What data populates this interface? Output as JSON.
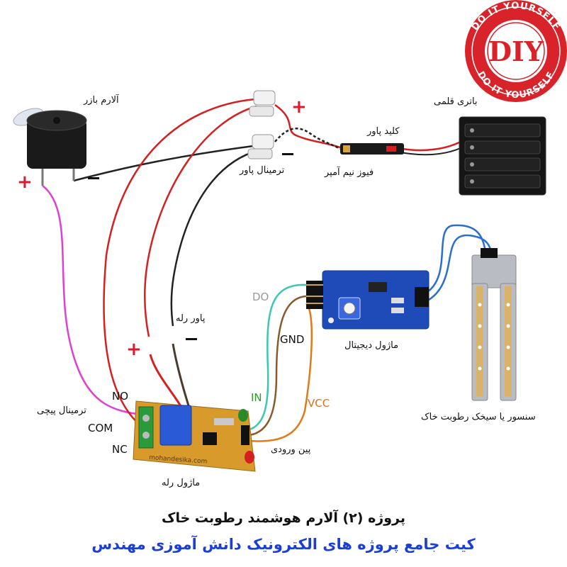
{
  "labels": {
    "buzzer": "آلارم بازر",
    "battery": "باتری قلمی",
    "power_key": "کلید پاور",
    "power_terminal": "ترمینال پاور",
    "fuse": "فیوز نیم آمپر",
    "digital_module": "ماژول دیجیتال",
    "sensor": "سنسور یا سیخک رطوبت خاک",
    "relay_module": "ماژول رله",
    "relay_power": "پاور رله",
    "screw_terminal": "ترمینال پیچی",
    "input_pins": "پین ورودی"
  },
  "pins": {
    "do": "DO",
    "gnd": "GND",
    "vcc": "VCC",
    "in": "IN",
    "no": "NO",
    "com": "COM",
    "nc": "NC"
  },
  "polarity": {
    "plus": "+",
    "minus": "−"
  },
  "logo": {
    "text": "DIY",
    "ring": "DO IT YOURSELF"
  },
  "board_text": {
    "relay_brand": "mohandesika.com"
  },
  "title": {
    "line1": "پروژه (۲) آلارم هوشمند رطوبت خاک",
    "line2": "کیت جامع پروژه های الکترونیک دانش آموزی مهندس"
  },
  "colors": {
    "title_blue": "#1b3fd6",
    "plus_red": "#e0182d",
    "do_label": "#9a9a9a",
    "in_label": "#2e9a2e",
    "vcc_label": "#e06d1a",
    "wire_red": "#d42020",
    "wire_black": "#222222",
    "wire_magenta": "#e040d0",
    "wire_blue": "#2a6fd0",
    "wire_teal": "#3cc7b3",
    "wire_brown": "#8a5a2b",
    "wire_orange": "#e07a1a",
    "module_blue": "#1f4bb8",
    "relay_board": "#d89a2a"
  }
}
